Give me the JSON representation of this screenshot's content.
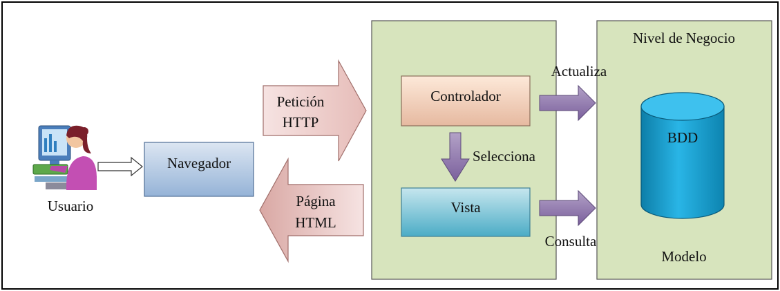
{
  "user": {
    "label": "Usuario"
  },
  "browser": {
    "label": "Navegador"
  },
  "request": {
    "line1": "Petición",
    "line2": "HTTP"
  },
  "response": {
    "line1": "Página",
    "line2": "HTML"
  },
  "controller_panel": {
    "controller": "Controlador",
    "view": "Vista",
    "selects": "Selecciona"
  },
  "model_panel": {
    "title": "Nivel de Negocio",
    "database": "BDD",
    "caption": "Modelo"
  },
  "arrows": {
    "updates": "Actualiza",
    "queries": "Consulta"
  },
  "colors": {
    "panel_fill": "#d7e4bd",
    "request_arrow": "#f2dcdb",
    "browser_top": "#dce6f2",
    "browser_bottom": "#95b3d7",
    "controller_top": "#fde9d9",
    "controller_bottom": "#e6b9a0",
    "view_top": "#b7dee8",
    "view_bottom": "#4bacc6",
    "db_fill": "#1aa0d0",
    "arrow_purple": "#8064a2"
  }
}
